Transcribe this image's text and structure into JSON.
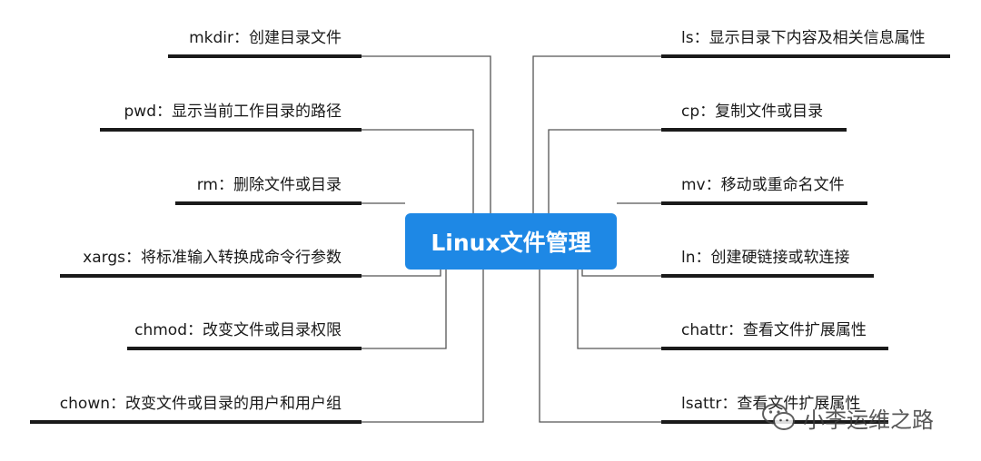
{
  "root": {
    "label": "Linux文件管理"
  },
  "left_items": [
    {
      "label": "mkdir：创建目录文件"
    },
    {
      "label": "pwd：显示当前工作目录的路径"
    },
    {
      "label": "rm：删除文件或目录"
    },
    {
      "label": "xargs：将标准输入转换成命令行参数"
    },
    {
      "label": "chmod：改变文件或目录权限"
    },
    {
      "label": "chown：改变文件或目录的用户和用户组"
    }
  ],
  "right_items": [
    {
      "label": "ls：显示目录下内容及相关信息属性"
    },
    {
      "label": "cp：复制文件或目录"
    },
    {
      "label": "mv：移动或重命名文件"
    },
    {
      "label": "ln：创建硬链接或软连接"
    },
    {
      "label": "chattr：查看文件扩展属性"
    },
    {
      "label": "lsattr：查看文件扩展属性"
    }
  ],
  "watermark": {
    "text": "小李运维之路",
    "icon": "wechat-icon"
  },
  "colors": {
    "node": "#1e88e5",
    "bar": "#1a1a1a",
    "line": "#555555",
    "text": "#1a1a1a"
  }
}
